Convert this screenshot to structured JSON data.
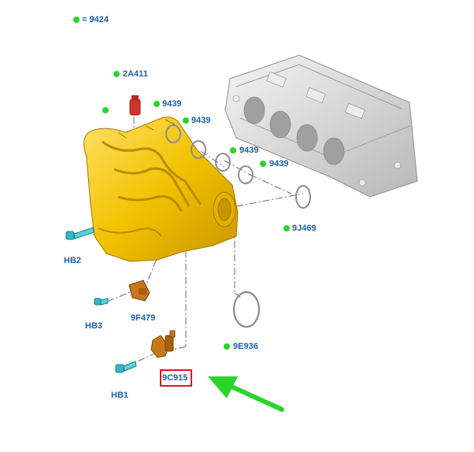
{
  "legend": {
    "text": "= 9424"
  },
  "parts": {
    "p_2a411": "2A411",
    "p_9439_a": "9439",
    "p_9439_b": "9439",
    "p_9439_c": "9439",
    "p_9439_d": "9439",
    "p_9j469": "9J469",
    "p_hb2": "HB2",
    "p_hb3": "HB3",
    "p_9f479": "9F479",
    "p_9e936": "9E936",
    "p_hb1": "HB1",
    "p_9c915": "9C915"
  },
  "colors": {
    "callout_dot": "#2bd42b",
    "label_text": "#1f5fa8",
    "highlight_box": "#e0161b",
    "arrow": "#2bd42b",
    "manifold": "#f2c200",
    "sensor": "#c8771a",
    "bolt": "#34b9c9",
    "gasket": "#8c8c96",
    "engine": "#d4d4d4"
  },
  "highlighted_part": "9C915"
}
